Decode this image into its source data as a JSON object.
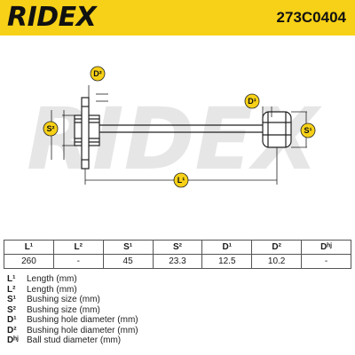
{
  "brand": {
    "logo_text": "RIDEX",
    "part_number": "273C0404"
  },
  "drawing": {
    "watermark": "RIDEX",
    "labels": {
      "s2": "S²",
      "d2": "D²",
      "d1": "D¹",
      "s1": "S¹",
      "l1": "L¹"
    }
  },
  "table": {
    "headers": [
      "L¹",
      "L²",
      "S¹",
      "S²",
      "D¹",
      "D²",
      "Dʰʲ"
    ],
    "values": [
      "260",
      "-",
      "45",
      "23.3",
      "12.5",
      "10.2",
      "-"
    ]
  },
  "legend": [
    {
      "key": "L¹",
      "text": "Length (mm)"
    },
    {
      "key": "L²",
      "text": "Length (mm)"
    },
    {
      "key": "S¹",
      "text": "Bushing size (mm)"
    },
    {
      "key": "S²",
      "text": "Bushing size (mm)"
    },
    {
      "key": "D¹",
      "text": "Bushing hole diameter (mm)"
    },
    {
      "key": "D²",
      "text": "Bushing hole diameter (mm)"
    },
    {
      "key": "Dʰʲ",
      "text": "Ball stud diameter (mm)"
    }
  ],
  "colors": {
    "header_bg": "#f7d117",
    "line": "#222222",
    "watermark": "#e6e6e6"
  }
}
